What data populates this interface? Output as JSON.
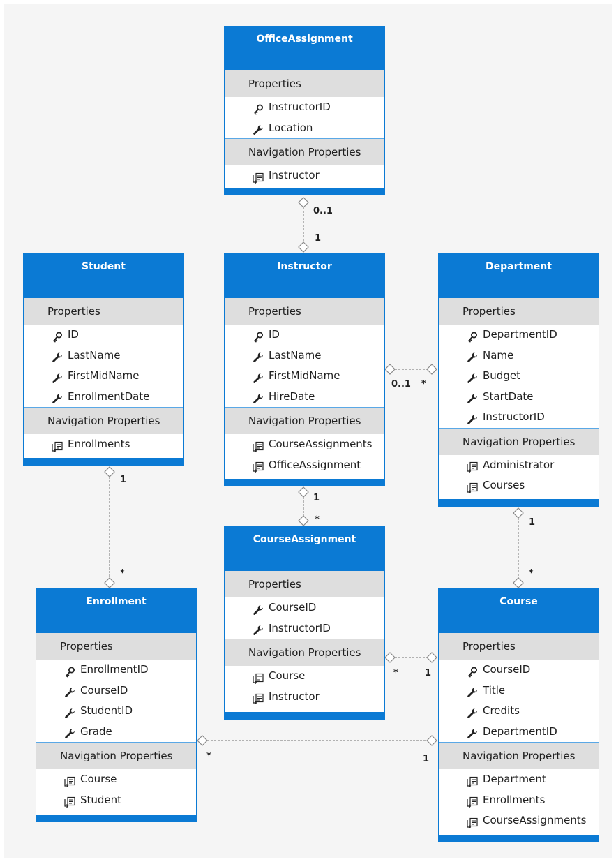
{
  "colors": {
    "header": "#0b7ad4",
    "section": "#dedede",
    "link": "#8a8a8a"
  },
  "entities": {
    "office_assignment": {
      "title": "OfficeAssignment",
      "properties_label": "Properties",
      "properties": [
        {
          "name": "InstructorID",
          "icon": "key-icon"
        },
        {
          "name": "Location",
          "icon": "wrench-icon"
        }
      ],
      "nav_label": "Navigation Properties",
      "nav": [
        {
          "name": "Instructor",
          "icon": "navigation-property-icon"
        }
      ]
    },
    "student": {
      "title": "Student",
      "properties_label": "Properties",
      "properties": [
        {
          "name": "ID",
          "icon": "key-icon"
        },
        {
          "name": "LastName",
          "icon": "wrench-icon"
        },
        {
          "name": "FirstMidName",
          "icon": "wrench-icon"
        },
        {
          "name": "EnrollmentDate",
          "icon": "wrench-icon"
        }
      ],
      "nav_label": "Navigation Properties",
      "nav": [
        {
          "name": "Enrollments",
          "icon": "navigation-property-icon"
        }
      ]
    },
    "instructor": {
      "title": "Instructor",
      "properties_label": "Properties",
      "properties": [
        {
          "name": "ID",
          "icon": "key-icon"
        },
        {
          "name": "LastName",
          "icon": "wrench-icon"
        },
        {
          "name": "FirstMidName",
          "icon": "wrench-icon"
        },
        {
          "name": "HireDate",
          "icon": "wrench-icon"
        }
      ],
      "nav_label": "Navigation Properties",
      "nav": [
        {
          "name": "CourseAssignments",
          "icon": "navigation-property-icon"
        },
        {
          "name": "OfficeAssignment",
          "icon": "navigation-property-icon"
        }
      ]
    },
    "department": {
      "title": "Department",
      "properties_label": "Properties",
      "properties": [
        {
          "name": "DepartmentID",
          "icon": "key-icon"
        },
        {
          "name": "Name",
          "icon": "wrench-icon"
        },
        {
          "name": "Budget",
          "icon": "wrench-icon"
        },
        {
          "name": "StartDate",
          "icon": "wrench-icon"
        },
        {
          "name": "InstructorID",
          "icon": "wrench-icon"
        }
      ],
      "nav_label": "Navigation Properties",
      "nav": [
        {
          "name": "Administrator",
          "icon": "navigation-property-icon"
        },
        {
          "name": "Courses",
          "icon": "navigation-property-icon"
        }
      ]
    },
    "course_assignment": {
      "title": "CourseAssignment",
      "properties_label": "Properties",
      "properties": [
        {
          "name": "CourseID",
          "icon": "wrench-icon"
        },
        {
          "name": "InstructorID",
          "icon": "wrench-icon"
        }
      ],
      "nav_label": "Navigation Properties",
      "nav": [
        {
          "name": "Course",
          "icon": "navigation-property-icon"
        },
        {
          "name": "Instructor",
          "icon": "navigation-property-icon"
        }
      ]
    },
    "enrollment": {
      "title": "Enrollment",
      "properties_label": "Properties",
      "properties": [
        {
          "name": "EnrollmentID",
          "icon": "key-icon"
        },
        {
          "name": "CourseID",
          "icon": "wrench-icon"
        },
        {
          "name": "StudentID",
          "icon": "wrench-icon"
        },
        {
          "name": "Grade",
          "icon": "wrench-icon"
        }
      ],
      "nav_label": "Navigation Properties",
      "nav": [
        {
          "name": "Course",
          "icon": "navigation-property-icon"
        },
        {
          "name": "Student",
          "icon": "navigation-property-icon"
        }
      ]
    },
    "course": {
      "title": "Course",
      "properties_label": "Properties",
      "properties": [
        {
          "name": "CourseID",
          "icon": "key-icon"
        },
        {
          "name": "Title",
          "icon": "wrench-icon"
        },
        {
          "name": "Credits",
          "icon": "wrench-icon"
        },
        {
          "name": "DepartmentID",
          "icon": "wrench-icon"
        }
      ],
      "nav_label": "Navigation Properties",
      "nav": [
        {
          "name": "Department",
          "icon": "navigation-property-icon"
        },
        {
          "name": "Enrollments",
          "icon": "navigation-property-icon"
        },
        {
          "name": "CourseAssignments",
          "icon": "navigation-property-icon"
        }
      ]
    }
  },
  "associations": [
    {
      "from": "OfficeAssignment",
      "to": "Instructor",
      "from_mult": "0..1",
      "to_mult": "1"
    },
    {
      "from": "Instructor",
      "to": "Department",
      "from_mult": "0..1",
      "to_mult": "*"
    },
    {
      "from": "Student",
      "to": "Enrollment",
      "from_mult": "1",
      "to_mult": "*"
    },
    {
      "from": "Instructor",
      "to": "CourseAssignment",
      "from_mult": "1",
      "to_mult": "*"
    },
    {
      "from": "Department",
      "to": "Course",
      "from_mult": "1",
      "to_mult": "*"
    },
    {
      "from": "CourseAssignment",
      "to": "Course",
      "from_mult": "*",
      "to_mult": "1"
    },
    {
      "from": "Enrollment",
      "to": "Course",
      "from_mult": "*",
      "to_mult": "1"
    }
  ]
}
